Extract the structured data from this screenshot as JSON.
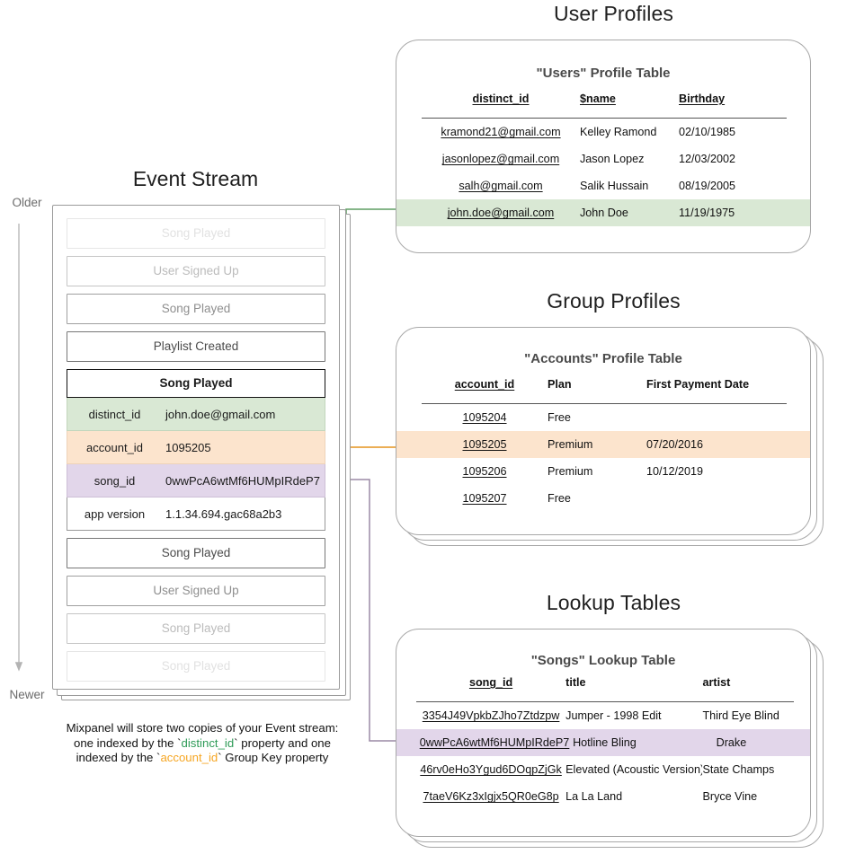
{
  "sections": {
    "user_profiles_title": "User Profiles",
    "group_profiles_title": "Group Profiles",
    "lookup_tables_title": "Lookup Tables",
    "event_stream_title": "Event Stream"
  },
  "time_axis": {
    "older_label": "Older",
    "newer_label": "Newer"
  },
  "event_stream": {
    "events_before": [
      {
        "label": "Song Played",
        "fade": "f1"
      },
      {
        "label": "User Signed Up",
        "fade": "f2"
      },
      {
        "label": "Song Played",
        "fade": "f3"
      },
      {
        "label": "Playlist Created",
        "fade": "f4"
      }
    ],
    "selected_event": {
      "title": "Song Played",
      "properties": [
        {
          "key": "distinct_id",
          "value": "john.doe@gmail.com",
          "highlight": "green"
        },
        {
          "key": "account_id",
          "value": "1095205",
          "highlight": "orange"
        },
        {
          "key": "song_id",
          "value": "0wwPcA6wtMf6HUMpIRdeP7",
          "highlight": "purple"
        },
        {
          "key": "app version",
          "value": "1.1.34.694.gac68a2b3",
          "highlight": "plain"
        }
      ]
    },
    "events_after": [
      {
        "label": "Song Played",
        "fade": "f4"
      },
      {
        "label": "User Signed Up",
        "fade": "f3"
      },
      {
        "label": "Song Played",
        "fade": "f2"
      },
      {
        "label": "Song Played",
        "fade": "f1"
      }
    ]
  },
  "caption": {
    "line1_a": "Mixpanel will store two copies of your Event stream:",
    "line2_a": "one indexed by the `",
    "line2_token": "distinct_id",
    "line2_b": "` property and one",
    "line3_a": "indexed by the `",
    "line3_token": "account_id",
    "line3_b": "` Group Key property"
  },
  "users_table": {
    "title": "\"Users\" Profile Table",
    "columns": [
      "distinct_id",
      "$name",
      "Birthday"
    ],
    "rows": [
      {
        "distinct_id": "kramond21@gmail.com",
        "name": "Kelley Ramond",
        "birthday": "02/10/1985",
        "highlight": false
      },
      {
        "distinct_id": "jasonlopez@gmail.com",
        "name": "Jason Lopez",
        "birthday": "12/03/2002",
        "highlight": false
      },
      {
        "distinct_id": "salh@gmail.com",
        "name": "Salik Hussain",
        "birthday": "08/19/2005",
        "highlight": false
      },
      {
        "distinct_id": "john.doe@gmail.com",
        "name": "John Doe",
        "birthday": "11/19/1975",
        "highlight": true
      }
    ]
  },
  "accounts_table": {
    "title": "\"Accounts\" Profile Table",
    "columns": [
      "account_id",
      "Plan",
      "First Payment Date"
    ],
    "rows": [
      {
        "account_id": "1095204",
        "plan": "Free",
        "first_payment_date": "",
        "highlight": false
      },
      {
        "account_id": "1095205",
        "plan": "Premium",
        "first_payment_date": "07/20/2016",
        "highlight": true
      },
      {
        "account_id": "1095206",
        "plan": "Premium",
        "first_payment_date": "10/12/2019",
        "highlight": false
      },
      {
        "account_id": "1095207",
        "plan": "Free",
        "first_payment_date": "",
        "highlight": false
      }
    ]
  },
  "songs_table": {
    "title": "\"Songs\" Lookup Table",
    "columns": [
      "song_id",
      "title",
      "artist"
    ],
    "rows": [
      {
        "song_id": "3354J49VpkbZJho7Ztdzpw",
        "title": "Jumper - 1998 Edit",
        "artist": "Third Eye Blind",
        "highlight": false
      },
      {
        "song_id": "0wwPcA6wtMf6HUMpIRdeP7",
        "title": "Hotline Bling",
        "artist": "Drake",
        "highlight": true
      },
      {
        "song_id": "46rv0eHo3Ygud6DOqpZjGk",
        "title": "Elevated (Acoustic Version)",
        "artist": "State Champs",
        "highlight": false
      },
      {
        "song_id": "7taeV6Kz3xIgjx5QR0eG8p",
        "title": "La La Land",
        "artist": "Bryce Vine",
        "highlight": false
      }
    ]
  },
  "colors": {
    "green_fill": "#d9e8d4",
    "orange_fill": "#fce4cd",
    "purple_fill": "#e2d6ea",
    "green_arrow": "#5f9e62",
    "orange_arrow": "#e8a33d",
    "purple_arrow": "#9c8aa5",
    "green_text": "#2e9b57",
    "orange_text": "#f6a623",
    "card_border": "#a8a8a8"
  }
}
